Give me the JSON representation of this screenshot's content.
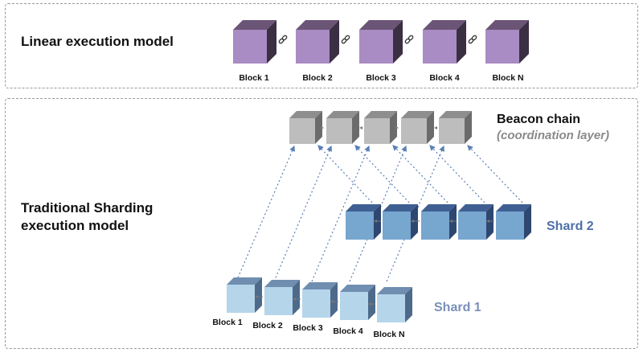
{
  "linear": {
    "title": "Linear execution model",
    "blocks": [
      "Block 1",
      "Block 2",
      "Block 3",
      "Block 4",
      "Block N"
    ],
    "link_icon": "chain-link-icon",
    "colors": {
      "front": "#a98cc3",
      "top": "#6b5577",
      "side": "#3b2f44"
    }
  },
  "sharding": {
    "title_line1": "Traditional Sharding",
    "title_line2": "execution model",
    "beacon": {
      "label": "Beacon chain",
      "sublabel": "(coordination layer)",
      "colors": {
        "front": "#bdbdbd",
        "top": "#8e8e8e",
        "side": "#6b6b6b"
      }
    },
    "shard2": {
      "label": "Shard 2",
      "label_color": "#4e6fa8",
      "colors": {
        "front": "#77a6cf",
        "top": "#3f5f92",
        "side": "#2e4770"
      }
    },
    "shard1": {
      "label": "Shard 1",
      "label_color": "#7a90b8",
      "blocks": [
        "Block 1",
        "Block 2",
        "Block 3",
        "Block 4",
        "Block N"
      ],
      "colors": {
        "front": "#b5d5ea",
        "top": "#6f8eb0",
        "side": "#4d6a8a"
      }
    },
    "arrow_color": "#5b7fb3"
  }
}
